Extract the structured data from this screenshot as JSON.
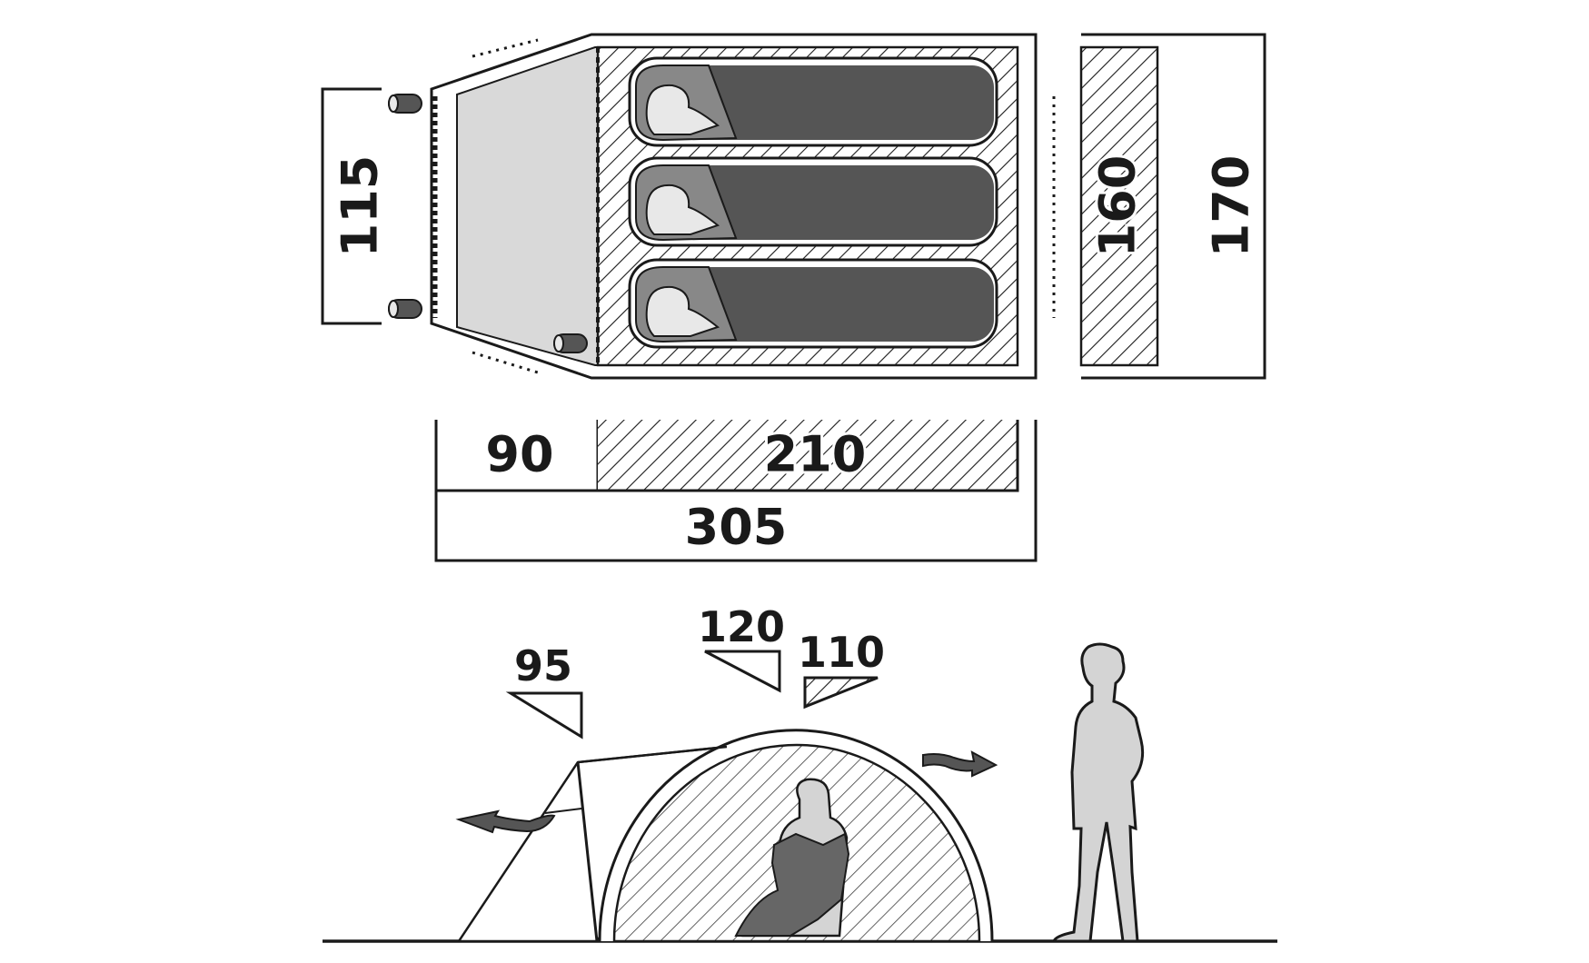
{
  "floor_plan": {
    "vestibule_width_label": "115",
    "sleeping_area_width_label": "160",
    "total_width_label": "170",
    "vestibule_length_label": "90",
    "sleeping_area_length_label": "210",
    "total_length_label": "305",
    "sleeping_places": 3
  },
  "side_view": {
    "vestibule_height_label": "95",
    "max_height_label": "120",
    "sleeping_area_height_label": "110"
  },
  "colors": {
    "outline": "#1a1a1a",
    "vestibule_fill": "#d9d9d9",
    "sleeping_bag": "#555555",
    "hatch": "#1a1a1a",
    "person": "#d4d4d4"
  }
}
